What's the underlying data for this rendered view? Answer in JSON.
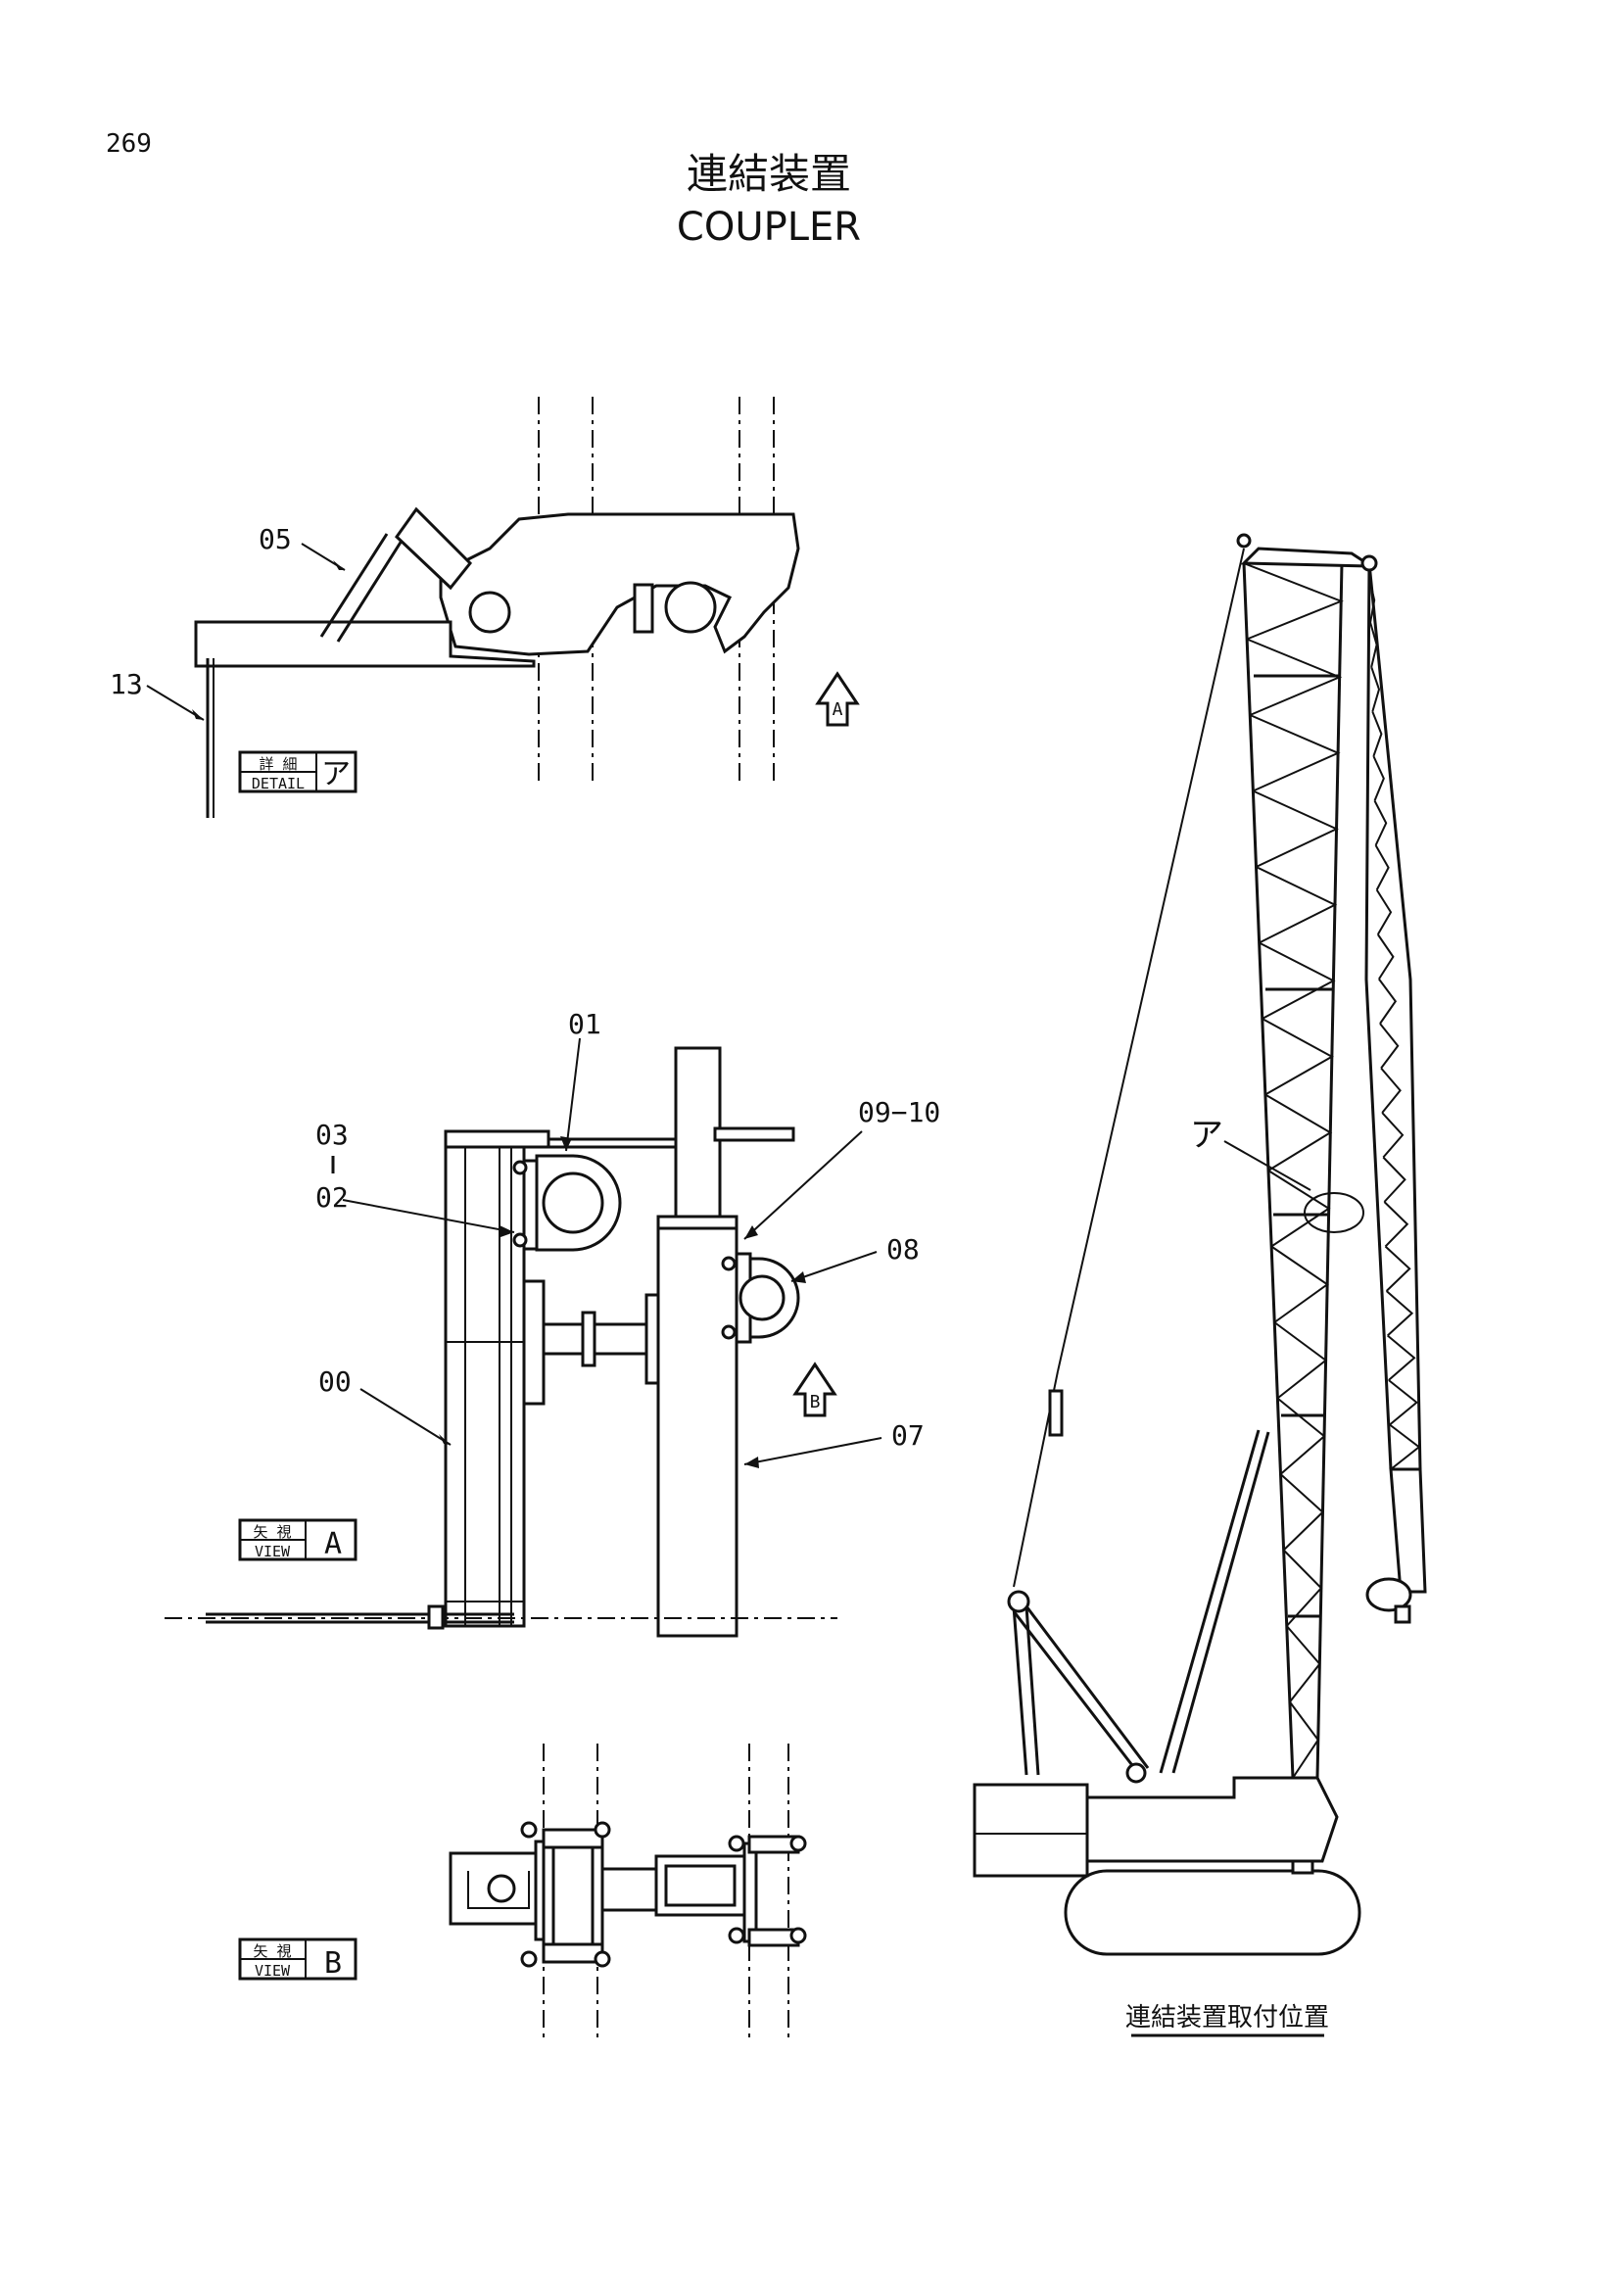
{
  "page_number": "269",
  "title_jp": "連結装置",
  "title_en": "COUPLER",
  "detail_label": {
    "jp": "詳 細",
    "en": "DETAIL",
    "mark": "ア"
  },
  "view_a_label": {
    "jp": "矢 視",
    "en": "VIEW",
    "mark": "A"
  },
  "view_b_label": {
    "jp": "矢 視",
    "en": "VIEW",
    "mark": "B"
  },
  "arrow_a": "A",
  "arrow_b": "B",
  "crane_detail_mark": "ア",
  "crane_caption": "連結装置取付位置",
  "parts": {
    "p05": "05",
    "p13": "13",
    "p01": "01",
    "p03": "03",
    "p02": "02",
    "p0910": "09−10",
    "p08": "08",
    "p00": "00",
    "p07": "07"
  }
}
